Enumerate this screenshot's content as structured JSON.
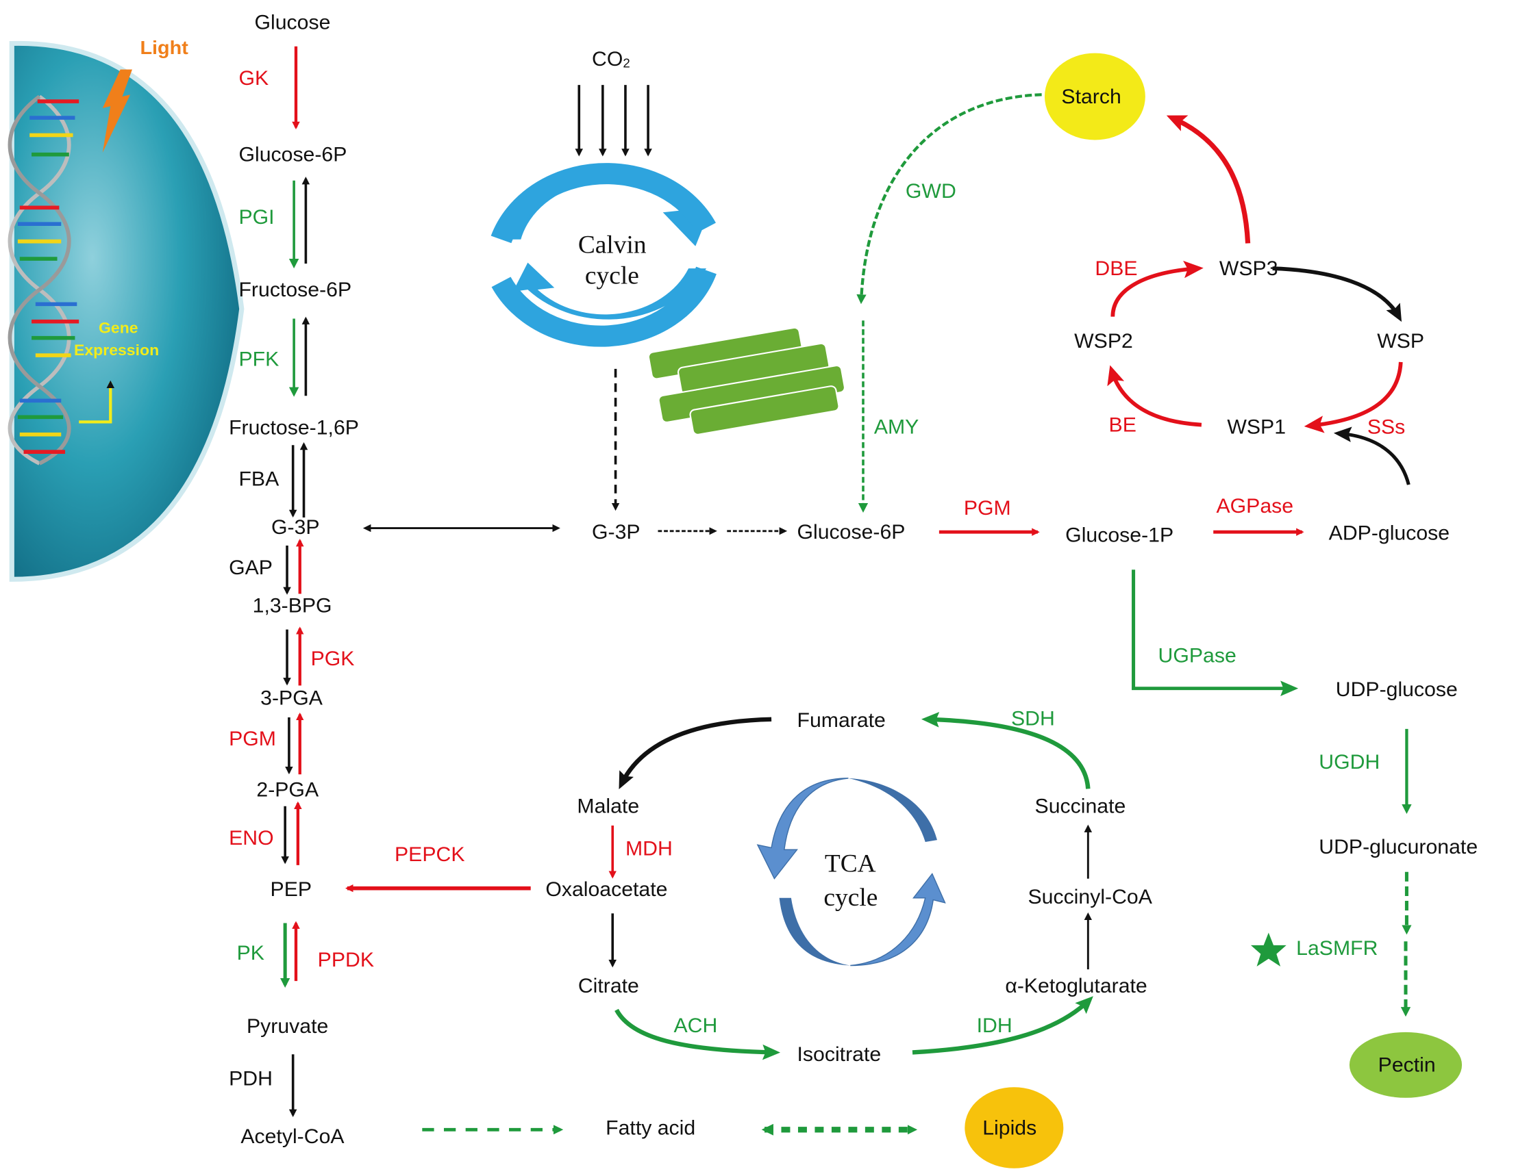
{
  "colors": {
    "red": "#e3101a",
    "green": "#1f9a3c",
    "black": "#111111",
    "calvin_blue": "#2ea4de",
    "tca_blue": "#4a7fb8",
    "thylakoid_green": "#6aad34",
    "starch_yellow": "#f3ea18",
    "lipids_orange": "#f7c20c",
    "pectin_green": "#8dc63f",
    "cell_teal": "#1f8fa6",
    "light_orange": "#f07f1a",
    "gene_expression_yellow": "#f2ec1a"
  },
  "cell_panel": {
    "light_label": "Light",
    "gene_expression_line1": "Gene",
    "gene_expression_line2": "Expression"
  },
  "glycolysis": {
    "metabolites": {
      "glucose": "Glucose",
      "glucose6p": "Glucose-6P",
      "fructose6p": "Fructose-6P",
      "fructose16p": "Fructose-1,6P",
      "g3p": "G-3P",
      "bpg13": "1,3-BPG",
      "pga3": "3-PGA",
      "pga2": "2-PGA",
      "pep": "PEP",
      "pyruvate": "Pyruvate",
      "acetylcoa": "Acetyl-CoA"
    },
    "enzymes": {
      "gk": "GK",
      "pgi": "PGI",
      "pfk": "PFK",
      "fba": "FBA",
      "gap": "GAP",
      "pgk": "PGK",
      "pgm": "PGM",
      "eno": "ENO",
      "pk": "PK",
      "ppdk": "PPDK",
      "pdh": "PDH",
      "pepck": "PEPCK"
    }
  },
  "calvin": {
    "co2": "CO",
    "co2_sub": "2",
    "label_line1": "Calvin",
    "label_line2": "cycle",
    "g3p": "G-3P",
    "glucose6p": "Glucose-6P"
  },
  "starch_pathway": {
    "starch": "Starch",
    "gwd": "GWD",
    "amy": "AMY",
    "pgm": "PGM",
    "glucose1p": "Glucose-1P",
    "agpase": "AGPase",
    "adp_glucose": "ADP-glucose",
    "wsp3": "WSP3",
    "wsp2": "WSP2",
    "wsp": "WSP",
    "wsp1": "WSP1",
    "dbe": "DBE",
    "be": "BE",
    "sss": "SSs"
  },
  "pectin_pathway": {
    "ugpase": "UGPase",
    "udp_glucose": "UDP-glucose",
    "ugdh": "UGDH",
    "udp_glucuronate": "UDP-glucuronate",
    "lasmfr": "LaSMFR",
    "star_icon": "star-icon",
    "pectin": "Pectin"
  },
  "tca": {
    "label_line1": "TCA",
    "label_line2": "cycle",
    "fumarate": "Fumarate",
    "malate": "Malate",
    "oxaloacetate": "Oxaloacetate",
    "citrate": "Citrate",
    "isocitrate": "Isocitrate",
    "ketoglutarate": "α-Ketoglutarate",
    "succinyl_coa": "Succinyl-CoA",
    "succinate": "Succinate",
    "sdh": "SDH",
    "mdh": "MDH",
    "ach": "ACH",
    "idh": "IDH"
  },
  "lipids_pathway": {
    "fatty_acid": "Fatty acid",
    "lipids": "Lipids"
  }
}
